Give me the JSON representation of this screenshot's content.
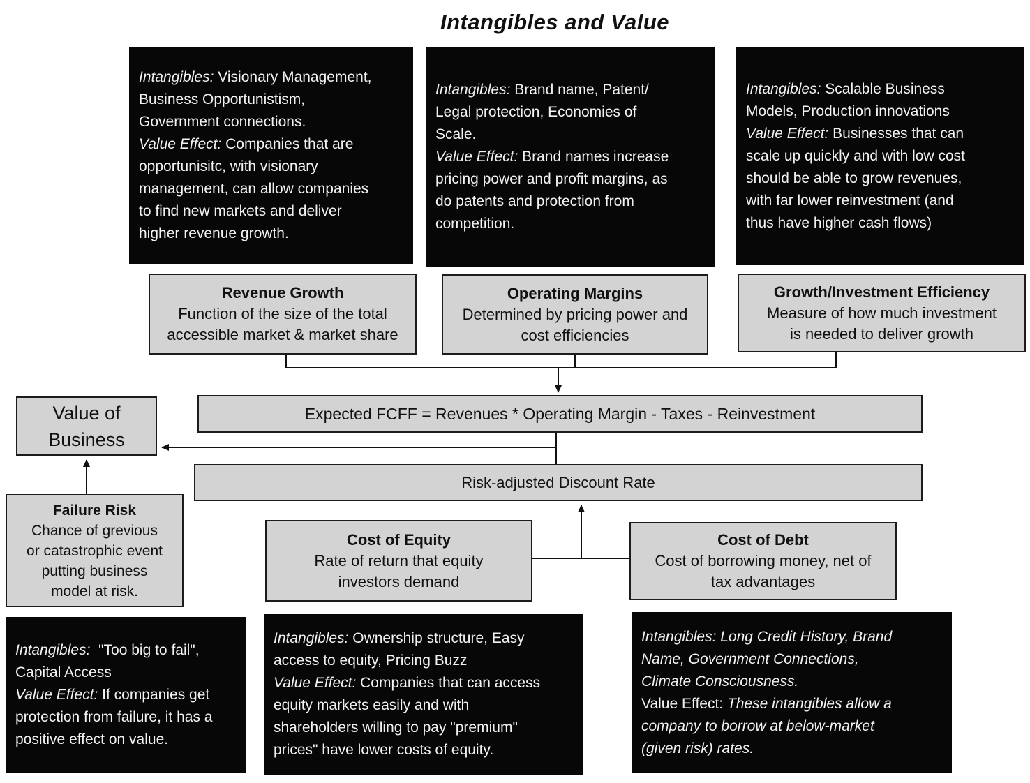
{
  "title": "Intangibles and Value",
  "colors": {
    "note_background": "#070707",
    "note_text": "#f2f2f2",
    "node_fill": "#d3d3d3",
    "node_border": "#1c1c1c",
    "line": "#111111"
  },
  "notes": {
    "revenue_intangibles": {
      "segments": [
        {
          "text": "Intangibles:",
          "italic": true
        },
        {
          "text": " Visionary Management,\nBusiness Opportunistism,\nGovernment connections.\n",
          "italic": false
        },
        {
          "text": "Value Effect:",
          "italic": true
        },
        {
          "text": " Companies that are\nopportunisitc, with visionary\nmanagement, can allow companies\nto find new markets and deliver\nhigher revenue growth.",
          "italic": false
        }
      ]
    },
    "margin_intangibles": {
      "segments": [
        {
          "text": "Intangibles:",
          "italic": true
        },
        {
          "text": " Brand name, Patent/\nLegal protection, Economies of\nScale.\n",
          "italic": false
        },
        {
          "text": "Value Effect:",
          "italic": true
        },
        {
          "text": " Brand names increase\npricing power and profit margins, as\ndo patents and protection from\ncompetition.",
          "italic": false
        }
      ]
    },
    "growth_intangibles": {
      "segments": [
        {
          "text": "Intangibles:",
          "italic": true
        },
        {
          "text": " Scalable Business\nModels, Production innovations\n",
          "italic": false
        },
        {
          "text": "Value Effect:",
          "italic": true
        },
        {
          "text": " Businesses that can\nscale up quickly and with low cost\nshould be able to grow revenues,\nwith far lower reinvestment (and\nthus have higher cash flows)",
          "italic": false
        }
      ]
    },
    "failure_intangibles": {
      "segments": [
        {
          "text": "Intangibles:",
          "italic": true
        },
        {
          "text": "  \"Too big to fail\",\nCapital Access\n",
          "italic": false
        },
        {
          "text": "Value Effect:",
          "italic": true
        },
        {
          "text": " If companies get\nprotection from failure, it has a\npositive effect on value.",
          "italic": false
        }
      ]
    },
    "equity_intangibles": {
      "segments": [
        {
          "text": "Intangibles:",
          "italic": true
        },
        {
          "text": " Ownership structure, Easy\naccess to equity, Pricing Buzz\n",
          "italic": false
        },
        {
          "text": "Value Effect:",
          "italic": true
        },
        {
          "text": " Companies that can access\nequity markets easily and with\nshareholders willing to pay \"premium\"\nprices\" have lower costs of equity.",
          "italic": false
        }
      ]
    },
    "debt_intangibles": {
      "segments": [
        {
          "text": "Intangibles: Long Credit History, Brand\nName, Government Connections,\nClimate Consciousness.\n",
          "italic": true
        },
        {
          "text": "Value Effect: ",
          "italic": false
        },
        {
          "text": "These intangibles allow a\ncompany to borrow at below-market\n(given risk) rates.",
          "italic": true
        }
      ]
    }
  },
  "nodes": {
    "revenue_growth": {
      "title": "Revenue Growth",
      "body": "Function of the size of the total\naccessible market & market share"
    },
    "operating_margins": {
      "title": "Operating Margins",
      "body": "Determined by pricing power and\ncost efficiencies"
    },
    "growth_efficiency": {
      "title": "Growth/Investment Efficiency",
      "body": "Measure of how much investment\nis needed to deliver growth"
    },
    "expected_fcff": {
      "label": "Expected FCFF = Revenues * Operating Margin - Taxes - Reinvestment"
    },
    "value_of_business": {
      "label": "Value of\nBusiness"
    },
    "discount_rate": {
      "label": "Risk-adjusted Discount Rate"
    },
    "failure_risk": {
      "title": "Failure Risk",
      "body": "Chance of grevious\nor catastrophic event\nputting business\nmodel at risk."
    },
    "cost_of_equity": {
      "title": "Cost of Equity",
      "body": "Rate of return that equity\ninvestors demand"
    },
    "cost_of_debt": {
      "title": "Cost of Debt",
      "body": "Cost of borrowing money, net of\ntax advantages"
    }
  }
}
